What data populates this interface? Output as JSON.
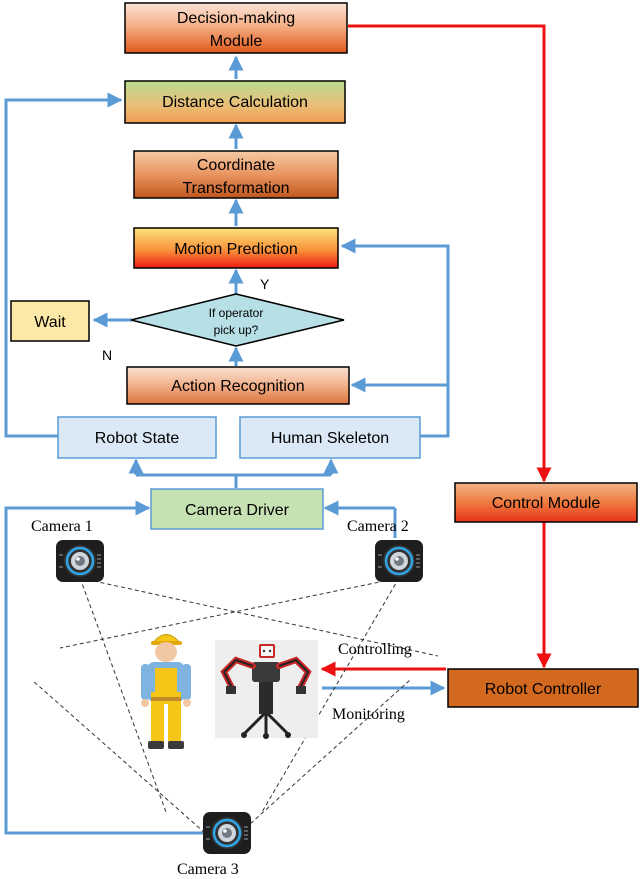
{
  "boxes": {
    "decision": {
      "line1": "Decision-making",
      "line2": "Module"
    },
    "distance": "Distance Calculation",
    "coordinate": {
      "line1": "Coordinate",
      "line2": "Transformation"
    },
    "motion": "Motion Prediction",
    "decision_diamond": {
      "line1": "If operator",
      "line2": "pick up?"
    },
    "wait": "Wait",
    "action": "Action Recognition",
    "robot_state": "Robot State",
    "human_skeleton": "Human Skeleton",
    "camera_driver": "Camera Driver",
    "control_module": "Control Module",
    "robot_controller": "Robot Controller"
  },
  "branch_labels": {
    "yes": "Y",
    "no": "N"
  },
  "cameras": {
    "cam1": "Camera 1",
    "cam2": "Camera 2",
    "cam3": "Camera 3"
  },
  "arrow_labels": {
    "controlling": "Controlling",
    "monitoring": "Monitoring"
  },
  "colors": {
    "blue_arrow": "#5b9bd5",
    "red_arrow": "#ee1111",
    "box_blue": "#dbe9f7",
    "box_green": "#c6e2b3",
    "box_yellow": "#fde9a7",
    "robot_controller": "#d2691e"
  }
}
